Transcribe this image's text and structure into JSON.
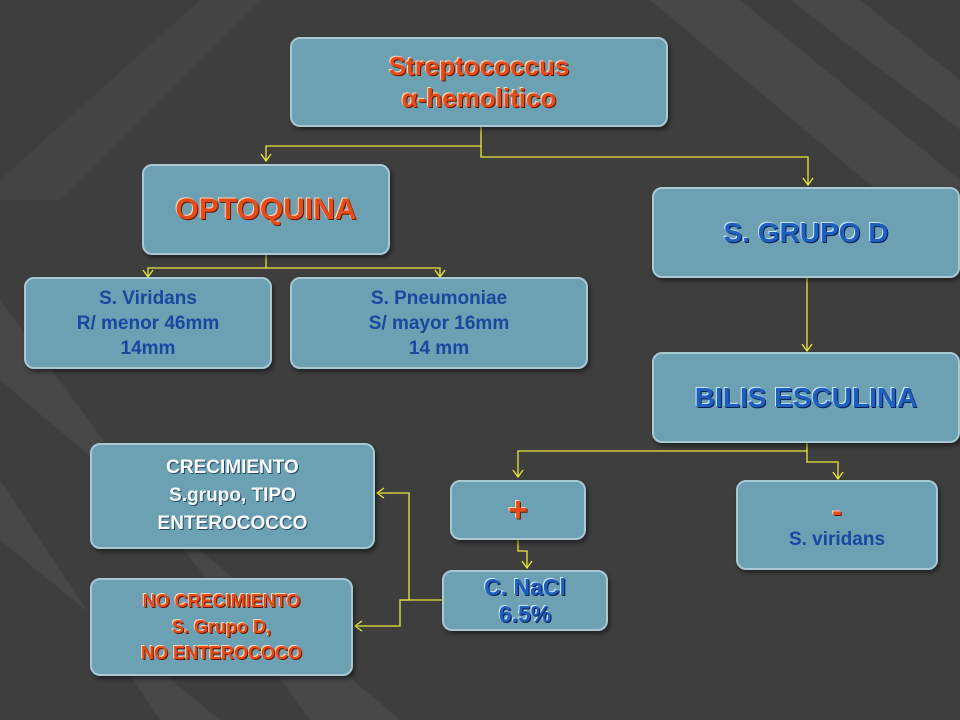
{
  "colors": {
    "background": "#3e3e3e",
    "box_fill": "#6ca0b3",
    "connector": "#e8e83a",
    "title_text": "#e94a1a",
    "body_text": "#1848a0"
  },
  "nodes": {
    "root": {
      "line1": "Streptococcus",
      "line2": "α-hemolitico"
    },
    "optoquina": {
      "label": "OPTOQUINA"
    },
    "grupo_d": {
      "label": "S. GRUPO D"
    },
    "viridans": {
      "line1": "S. Viridans",
      "line2": "R/ menor 46mm",
      "line3": "14mm"
    },
    "pneumoniae": {
      "line1": "S. Pneumoniae",
      "line2": "S/ mayor 16mm",
      "line3": "14 mm"
    },
    "bilis": {
      "label": "BILIS ESCULINA"
    },
    "positive": {
      "label": "+"
    },
    "negative": {
      "line1": "-",
      "line2": "S. viridans"
    },
    "nacl": {
      "line1": "C. NaCl",
      "line2": "6.5%"
    },
    "crecimiento": {
      "line1": "CRECIMIENTO",
      "line2": "S.grupo, TIPO",
      "line3": "ENTEROCOCCO"
    },
    "no_crecimiento": {
      "line1": "NO CRECIMIENTO",
      "line2": "S. Grupo D,",
      "line3": "NO ENTEROCOCO"
    }
  }
}
